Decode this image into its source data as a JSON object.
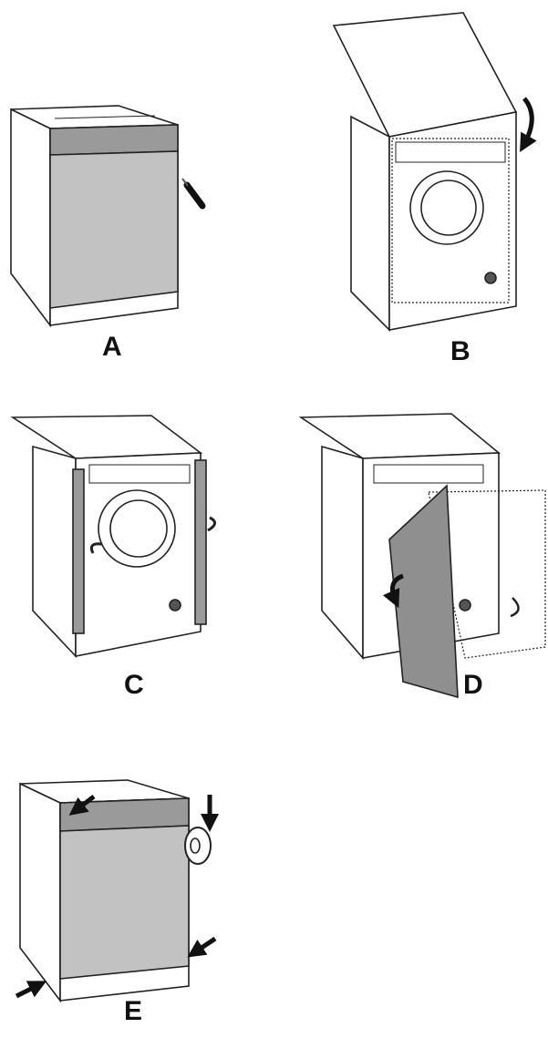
{
  "steps": [
    {
      "label": "A"
    },
    {
      "label": "B"
    },
    {
      "label": "C"
    },
    {
      "label": "D"
    },
    {
      "label": "E"
    }
  ],
  "colors": {
    "panel_gray": "#c2c2c2",
    "band_gray": "#9a9a9a",
    "line": "#222222",
    "arrow": "#111111"
  }
}
